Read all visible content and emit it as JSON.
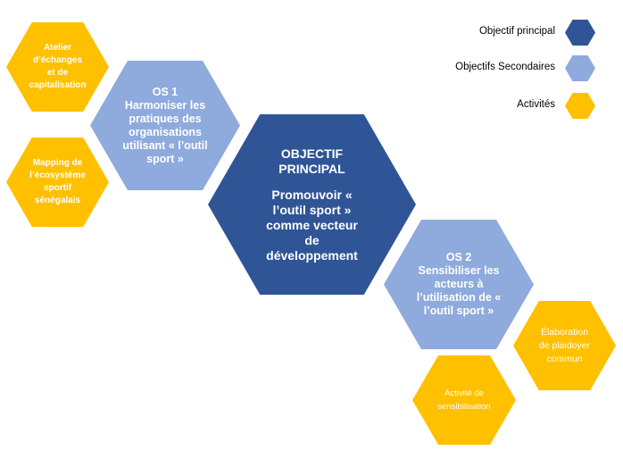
{
  "legend": [
    {
      "label": "Objectif principal",
      "color": "#2f5597"
    },
    {
      "label": "Objectifs Secondaires",
      "color": "#8faadc"
    },
    {
      "label": "Activités",
      "color": "#ffc000"
    }
  ],
  "main": {
    "title": "OBJECTIF PRINCIPAL",
    "text": "Promouvoir « l’outil sport » comme vecteur de développement"
  },
  "os1": {
    "title": "OS 1",
    "text": "Harmoniser les pratiques des organisations utilisant « l’outil sport »"
  },
  "os2": {
    "title": "OS 2",
    "text": "Sensibiliser les acteurs à l’utilisation de « l’outil sport »"
  },
  "activities": {
    "atelier": "Atelier d’échanges et de capitalisation",
    "mapping": "Mapping de l’écosystème sportif sénégalais",
    "elaboration": "Élaboration de plaidoyer commun",
    "sensibilisation": "Activité de sensibilisation"
  }
}
